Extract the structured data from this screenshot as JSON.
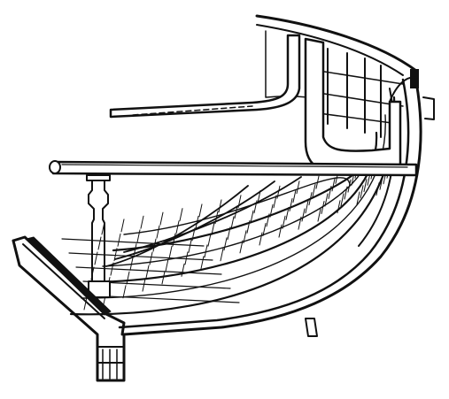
{
  "figure": {
    "subject": "hull-cross-section-engraving",
    "ink_color": "#111111",
    "paper_color": "#ffffff",
    "ribs": 6,
    "frames_rows": 6,
    "frame_columns": 16
  }
}
